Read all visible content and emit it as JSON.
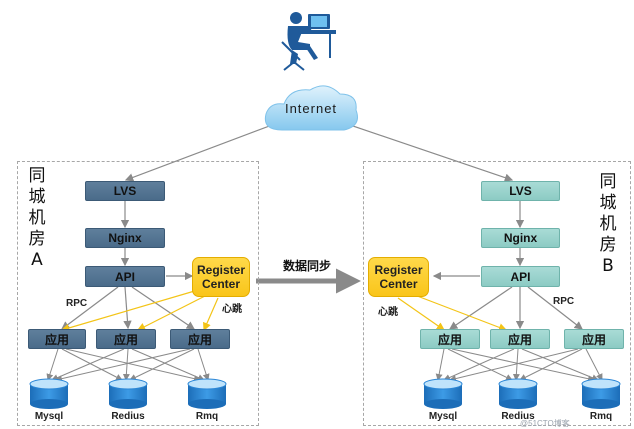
{
  "internet": {
    "label": "Internet"
  },
  "sync_label": "数据同步",
  "dc_a": {
    "title_chars": [
      "同",
      "城",
      "机",
      "房",
      "A"
    ],
    "lvs": "LVS",
    "nginx": "Nginx",
    "api": "API",
    "register": [
      "Register",
      "Center"
    ],
    "heartbeat": "心跳",
    "rpc": "RPC",
    "apps": [
      "应用",
      "应用",
      "应用"
    ],
    "dbs": [
      "Mysql",
      "Redius",
      "Rmq"
    ]
  },
  "dc_b": {
    "title_chars": [
      "同",
      "城",
      "机",
      "房",
      "B"
    ],
    "lvs": "LVS",
    "nginx": "Nginx",
    "api": "API",
    "register": [
      "Register",
      "Center"
    ],
    "heartbeat": "心跳",
    "rpc": "RPC",
    "apps": [
      "应用",
      "应用",
      "应用"
    ],
    "dbs": [
      "Mysql",
      "Redius",
      "Rmq"
    ]
  },
  "colors": {
    "dc_a_node": "#5a7a98",
    "dc_b_node": "#9fd5cf",
    "register": "#fbd02a",
    "cloud": "#9fd3f2",
    "db": "#2b86d6"
  },
  "watermark": "@51CTO博客"
}
